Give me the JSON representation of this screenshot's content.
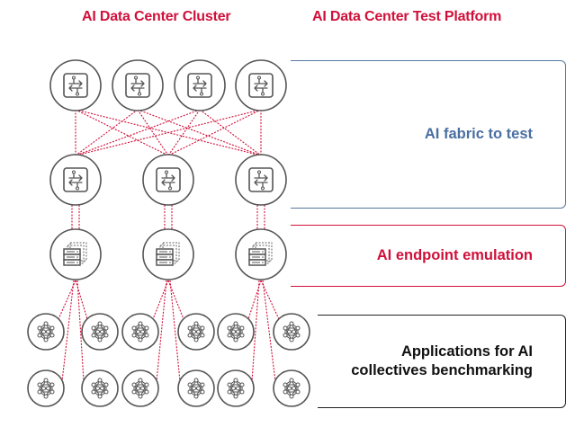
{
  "headings": {
    "cluster": "AI Data Center Cluster",
    "platform": "AI Data Center Test Platform"
  },
  "layers": [
    {
      "label": "AI fabric to test",
      "color": "#4a6fa1"
    },
    {
      "label": "AI endpoint emulation",
      "color": "#d0103a"
    },
    {
      "label_lines": [
        "Applications for AI",
        "collectives benchmarking"
      ],
      "color": "#111111"
    }
  ],
  "colors": {
    "heading": "#d0103a",
    "link": "#d0103a",
    "node_outline": "#555555"
  },
  "nodes": {
    "spine_switches": {
      "count": 4,
      "icon": "switch-icon"
    },
    "leaf_switches": {
      "count": 3,
      "icon": "switch-icon"
    },
    "endpoints": {
      "count": 3,
      "icon": "server-stack-icon"
    },
    "gpu_nodes": {
      "count": 12,
      "icon": "neural-network-icon"
    }
  }
}
